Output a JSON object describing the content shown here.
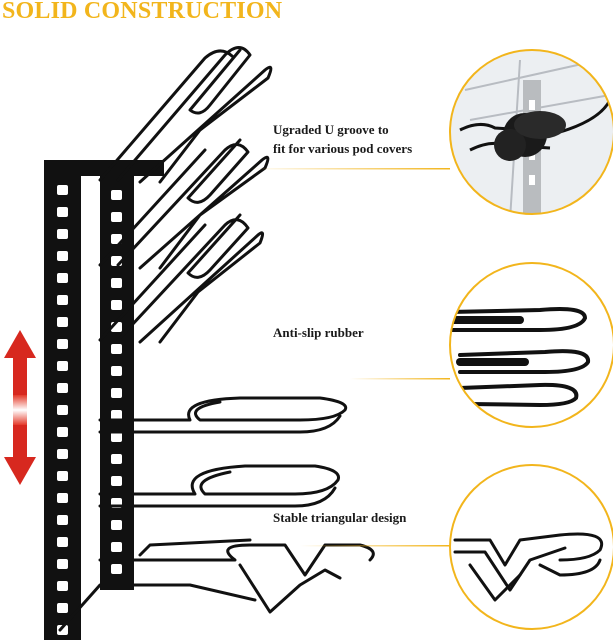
{
  "header": {
    "title": "SOLID CONSTRUCTION"
  },
  "callouts": [
    {
      "line1": "Ugraded U groove to",
      "line2": "fit for various pod covers"
    },
    {
      "text": "Anti-slip rubber"
    },
    {
      "text": "Stable triangular design"
    }
  ],
  "colors": {
    "title": "#f2b51c",
    "accent": "#f2b51c",
    "arrow": "#d7281f",
    "rack": "#111111"
  },
  "icons": [
    "up-down-arrow-icon"
  ]
}
